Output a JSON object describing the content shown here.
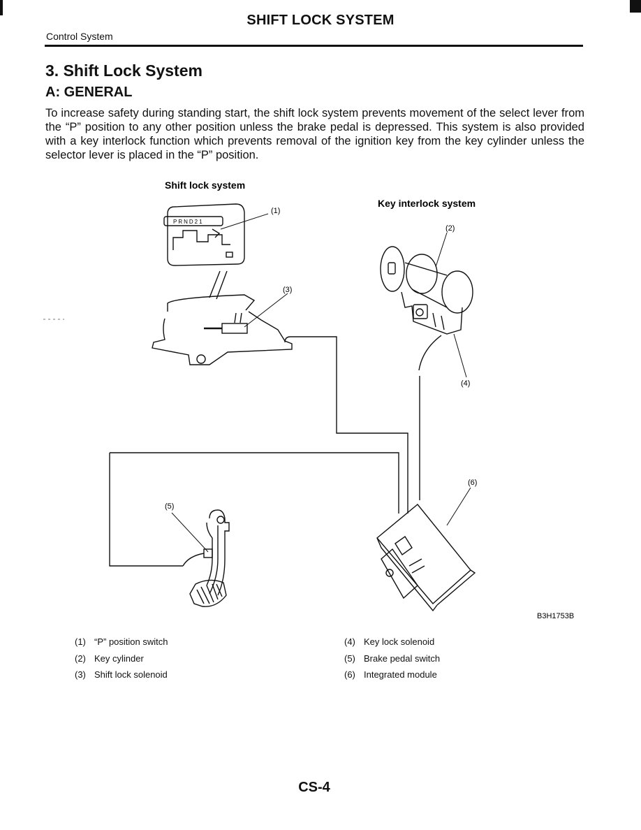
{
  "header": {
    "title": "SHIFT LOCK SYSTEM",
    "section": "Control System"
  },
  "content": {
    "chapter_title": "3. Shift Lock System",
    "section_title": "A: GENERAL",
    "paragraph": "To increase safety during standing start, the shift lock system prevents movement of the select lever from the “P” position to any other position unless the brake pedal is depressed. This system is also provided with a key interlock function which prevents removal of the ignition key from the key cylinder unless the selector lever is placed in the “P” position."
  },
  "diagram": {
    "shift_lock_label": "Shift lock system",
    "key_interlock_label": "Key interlock system",
    "gate_text": "PRND21",
    "callouts": [
      "(1)",
      "(2)",
      "(3)",
      "(4)",
      "(5)",
      "(6)"
    ],
    "figure_id": "B3H1753B"
  },
  "legend": [
    {
      "num": "(1)",
      "label": "“P” position switch"
    },
    {
      "num": "(2)",
      "label": "Key cylinder"
    },
    {
      "num": "(3)",
      "label": "Shift lock solenoid"
    },
    {
      "num": "(4)",
      "label": "Key lock solenoid"
    },
    {
      "num": "(5)",
      "label": "Brake pedal switch"
    },
    {
      "num": "(6)",
      "label": "Integrated module"
    }
  ],
  "footer": {
    "page_number": "CS-4"
  }
}
